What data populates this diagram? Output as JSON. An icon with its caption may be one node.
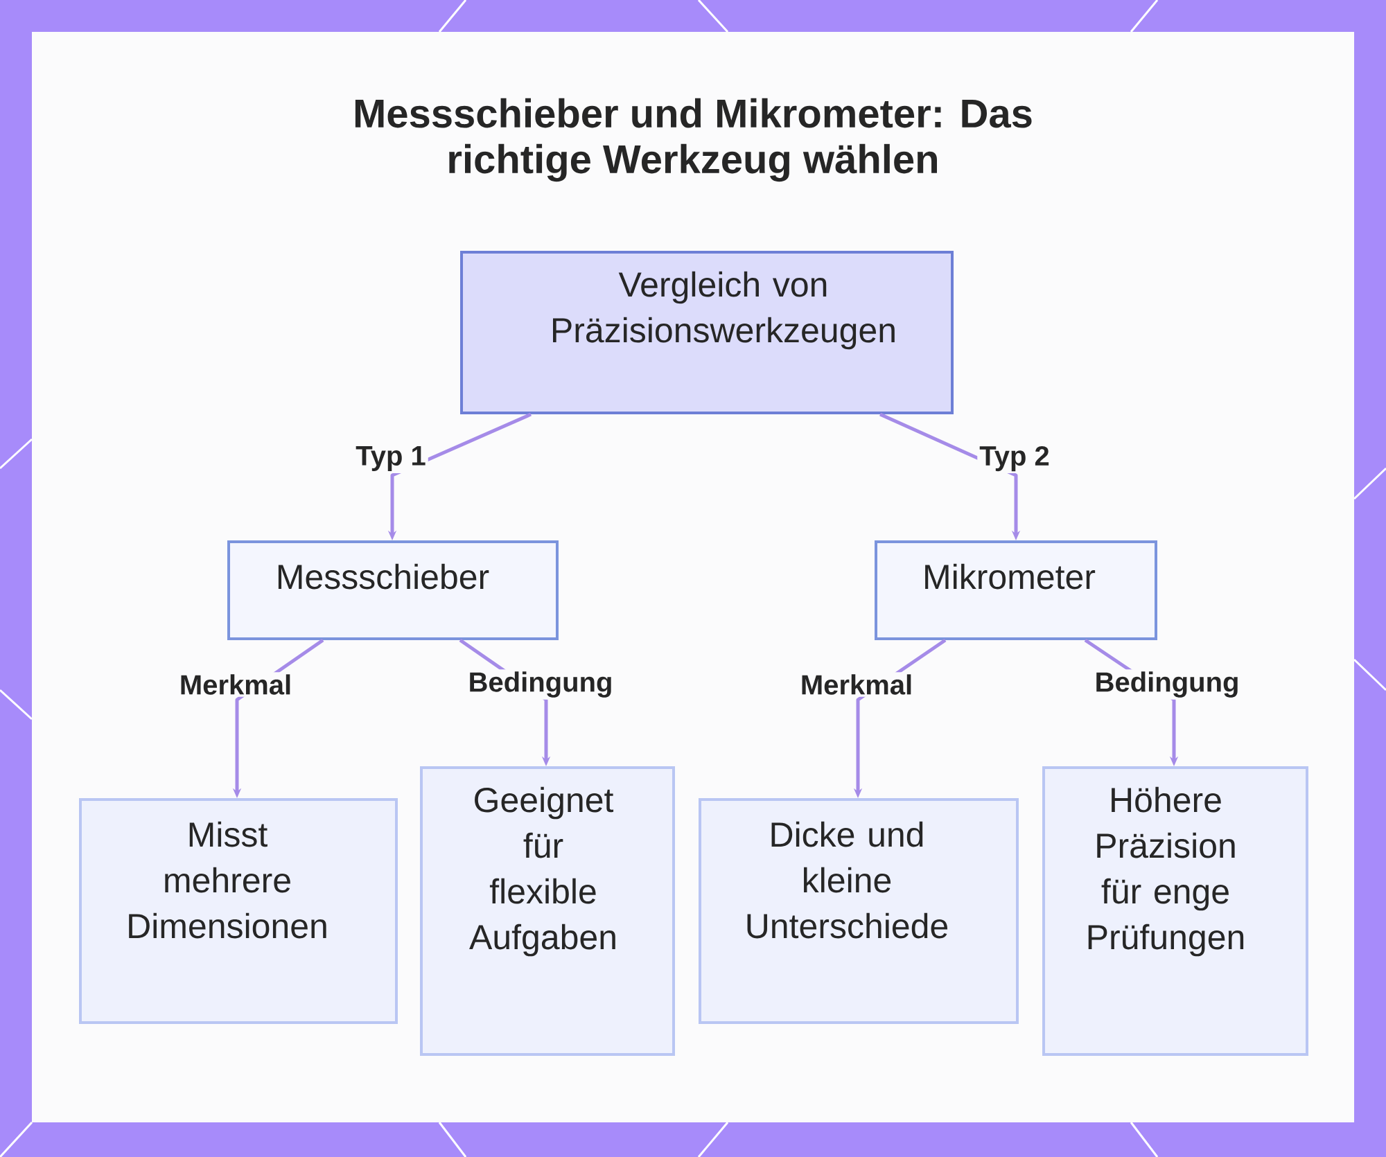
{
  "diagram": {
    "title": "Messschieber und Mikrometer: Das richtige Werkzeug wählen",
    "nodes": [
      {
        "text": [
          "Vergleich von Präzisionswerkzeugen"
        ]
      },
      {
        "text": [
          "Messschieber"
        ]
      },
      {
        "text": [
          "Mikrometer"
        ]
      },
      {
        "text": [
          "Misst mehrere Dimensionen"
        ]
      },
      {
        "text": [
          "Geeignet für flexible Aufgaben"
        ]
      },
      {
        "text": [
          "Dicke und kleine Unterschiede"
        ]
      },
      {
        "text": [
          "Höhere Präzision für enge Prüfungen"
        ]
      }
    ],
    "edges": [
      {
        "from": 0,
        "to": 1,
        "arrow": "to",
        "label": "Typ 1"
      },
      {
        "from": 0,
        "to": 2,
        "arrow": "to",
        "label": "Typ 2"
      },
      {
        "from": 1,
        "to": 3,
        "arrow": "to",
        "label": "Merkmal"
      },
      {
        "from": 1,
        "to": 4,
        "arrow": "to",
        "label": "Bedingung"
      },
      {
        "from": 2,
        "to": 5,
        "arrow": "to",
        "label": "Merkmal"
      },
      {
        "from": 2,
        "to": 6,
        "arrow": "to",
        "label": "Bedingung"
      }
    ]
  }
}
